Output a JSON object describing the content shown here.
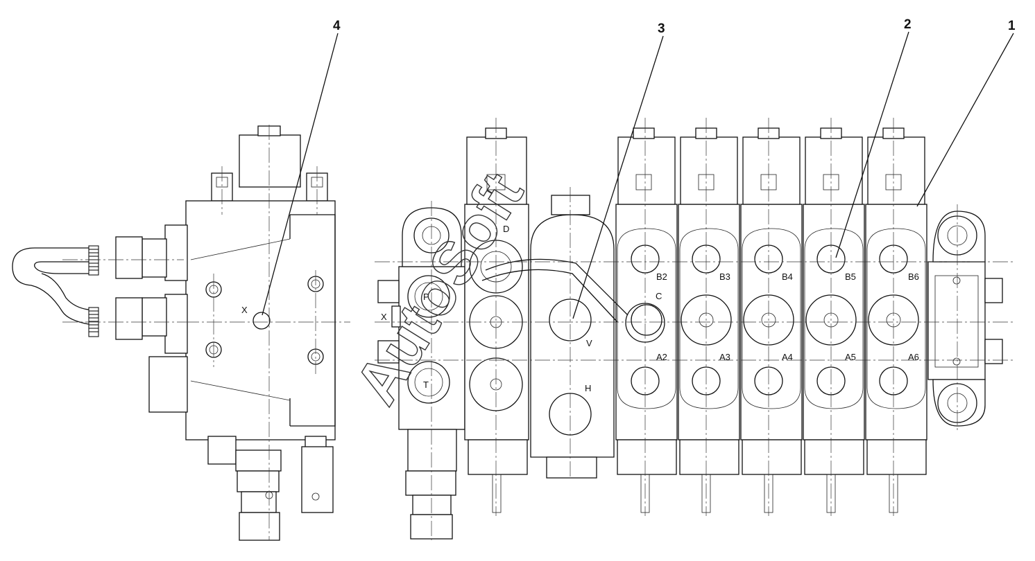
{
  "callouts": [
    "1",
    "2",
    "3",
    "4"
  ],
  "ports": {
    "p": "P",
    "t": "T",
    "x_inlet": "X",
    "x_side": "X",
    "d": "D",
    "c": "C",
    "v": "V",
    "h": "H",
    "b2": "B2",
    "b3": "B3",
    "b4": "B4",
    "b5": "B5",
    "b6": "B6",
    "a2": "A2",
    "a3": "A3",
    "a4": "A4",
    "a5": "A5",
    "a6": "A6"
  },
  "watermark": "AutoSoft"
}
